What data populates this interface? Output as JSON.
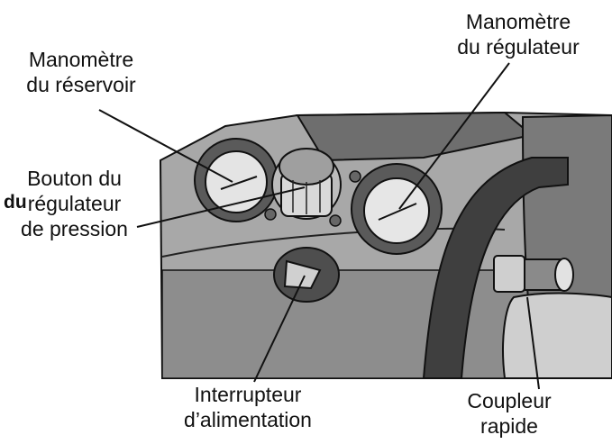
{
  "labels": {
    "reservoir_gauge": [
      "Manomètre",
      "du réservoir"
    ],
    "regulator_gauge": [
      "Manomètre",
      "du régulateur"
    ],
    "regulator_knob": [
      "Bouton du",
      "régulateur",
      "de pression"
    ],
    "power_switch": [
      "Interrupteur",
      "d’alimentation"
    ],
    "quick_coupler": [
      "Coupleur",
      "rapide"
    ],
    "stray_text": "du"
  },
  "colors": {
    "body_gray": "#9a9a9a",
    "dark_gray": "#4a4a4a",
    "light_gray": "#d4d4d4",
    "outline": "#111111",
    "background": "#ffffff"
  }
}
